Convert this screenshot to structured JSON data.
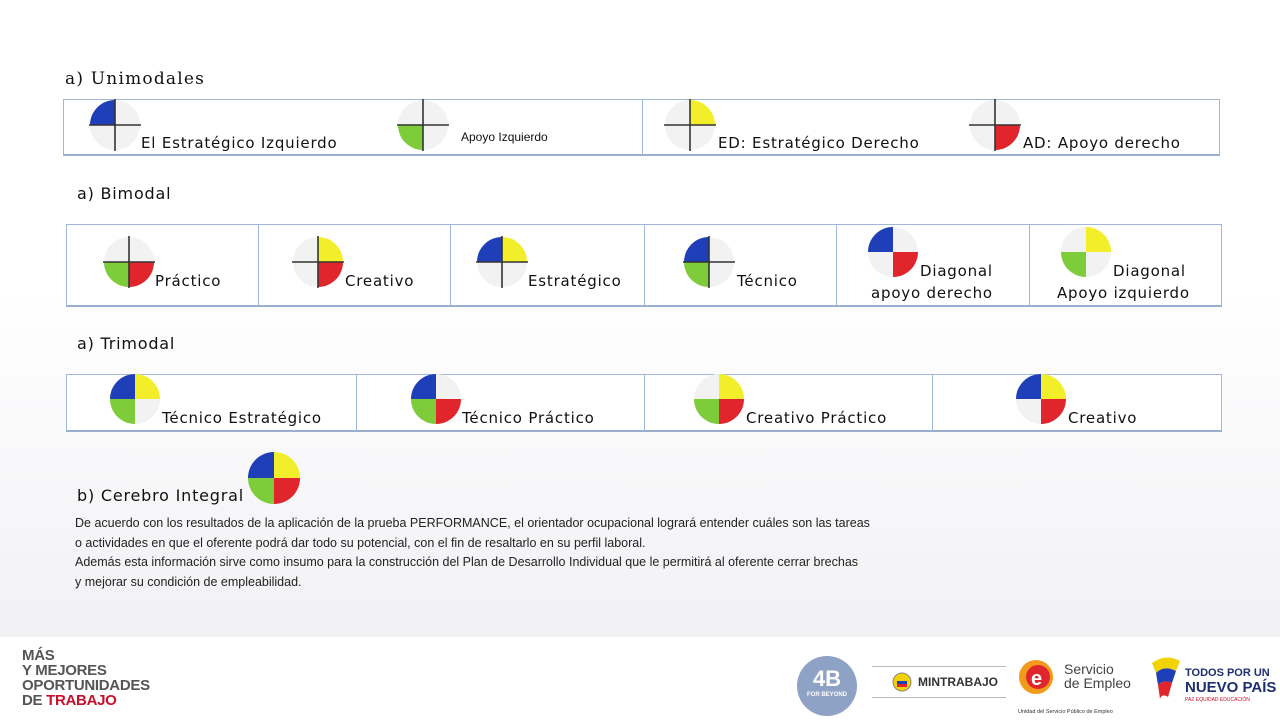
{
  "sections": {
    "unimodales": "a)   Unimodales",
    "bimodal": "a)   Bimodal",
    "trimodal": "a)   Trimodal",
    "integral": "b)   Cerebro Integral"
  },
  "unimodal": {
    "items": [
      "El Estratégico Izquierdo",
      "ED: Estratégico Derecho",
      "AD: Apoyo derecho"
    ],
    "apoyo_label": "Apoyo Izquierdo"
  },
  "bimodal": {
    "items": [
      "Práctico",
      "Creativo",
      "Estratégico",
      "Técnico"
    ],
    "diag1": [
      "Diagonal",
      "apoyo derecho"
    ],
    "diag2": [
      "Diagonal",
      "Apoyo izquierdo"
    ]
  },
  "trimodal": {
    "items": [
      "Técnico Estratégico",
      "Técnico Práctico",
      "Creativo Práctico",
      "Creativo"
    ]
  },
  "paragraph": {
    "line1": "De acuerdo con los resultados de la aplicación de la prueba PERFORMANCE, el orientador ocupacional logrará entender cuáles son las tareas",
    "line2": "o actividades en que el oferente podrá dar todo su potencial, con el fin de resaltarlo en su perfil laboral.",
    "line3": "Además esta información sirve como insumo para la construcción del Plan de Desarrollo Individual que le permitirá al oferente cerrar brechas",
    "line4": "y mejorar su condición de empleabilidad."
  },
  "footer": {
    "slogan": [
      "MÁS",
      "Y MEJORES",
      "OPORTUNIDADES",
      "DE"
    ],
    "slogan_red": "TRABAJO",
    "logo_4b": "4B",
    "logo_4b_sub": "FOR BEYOND",
    "mintrabajo": "MINTRABAJO",
    "servicio": [
      "Servicio",
      "de Empleo"
    ],
    "servicio_sub": "Unidad del Servicio Público de Empleo",
    "tpn": [
      "TODOS POR UN",
      "NUEVO PAÍS"
    ],
    "tpn_sub": "PAZ  EQUIDAD  EDUCACIÓN"
  },
  "colors": {
    "blue": "#1f3fb8",
    "yellow": "#f2ee2a",
    "green": "#7fcc3a",
    "red": "#e0262c",
    "border": "#9fb7d8"
  }
}
